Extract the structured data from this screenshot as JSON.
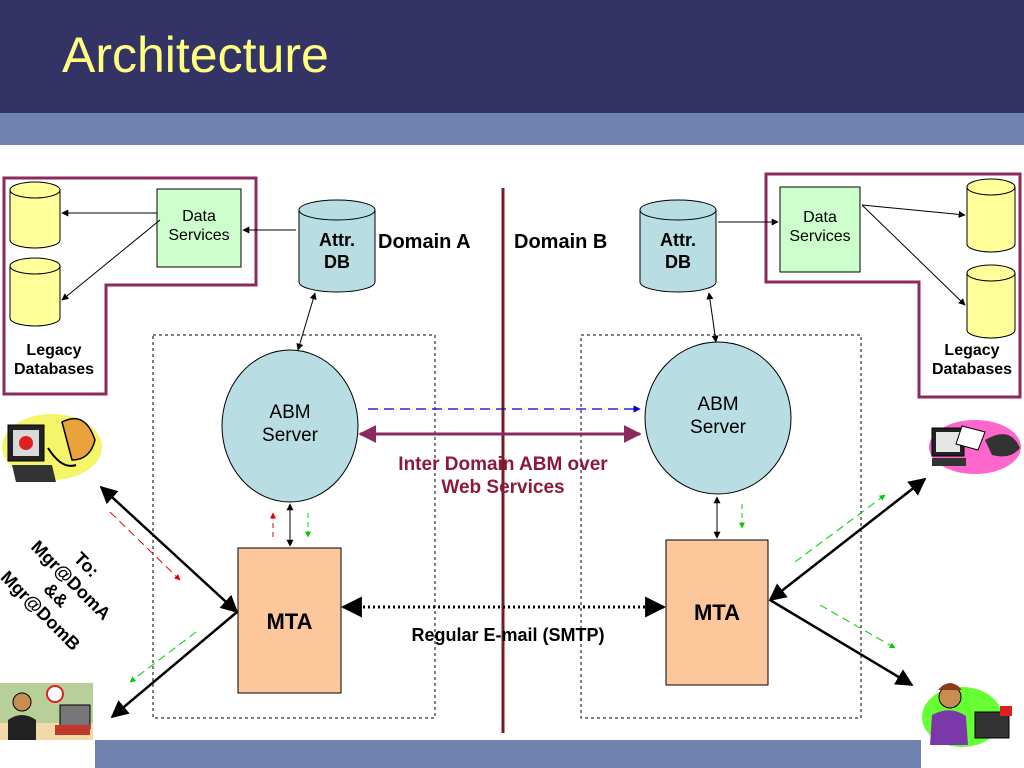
{
  "slide": {
    "title": "Architecture"
  },
  "labels": {
    "domain_a": "Domain A",
    "domain_b": "Domain B",
    "data_services": "Data\nServices",
    "attr_db": "Attr.\nDB",
    "legacy_databases": "Legacy\nDatabases",
    "abm_server": "ABM\nServer",
    "mta": "MTA",
    "inter_domain": "Inter Domain ABM over\nWeb Services",
    "smtp": "Regular E-mail (SMTP)",
    "to_address": "To:\nMgr@DomA\n&&\nMgr@DomB"
  },
  "colors": {
    "header": "#333366",
    "band": "#6f82b0",
    "title": "#ffff80",
    "legacy_border": "#8b2a5e",
    "domain_divider": "#7a1c1c",
    "data_services_fill": "#ccffcc",
    "db_fill": "#ffff99",
    "attr_db_fill": "#b8dde2",
    "abm_fill": "#b8dde2",
    "mta_fill": "#fcc89b",
    "inter_domain_text": "#8b1a3a",
    "ws_arrow": "#8b2a5e",
    "dashed_blue": "#0000cc",
    "dashed_red": "#e00000",
    "dashed_green": "#00cc00"
  },
  "icons": [
    "email-computer-icon",
    "office-worker-icon",
    "computer-phone-icon",
    "woman-at-desk-icon"
  ]
}
